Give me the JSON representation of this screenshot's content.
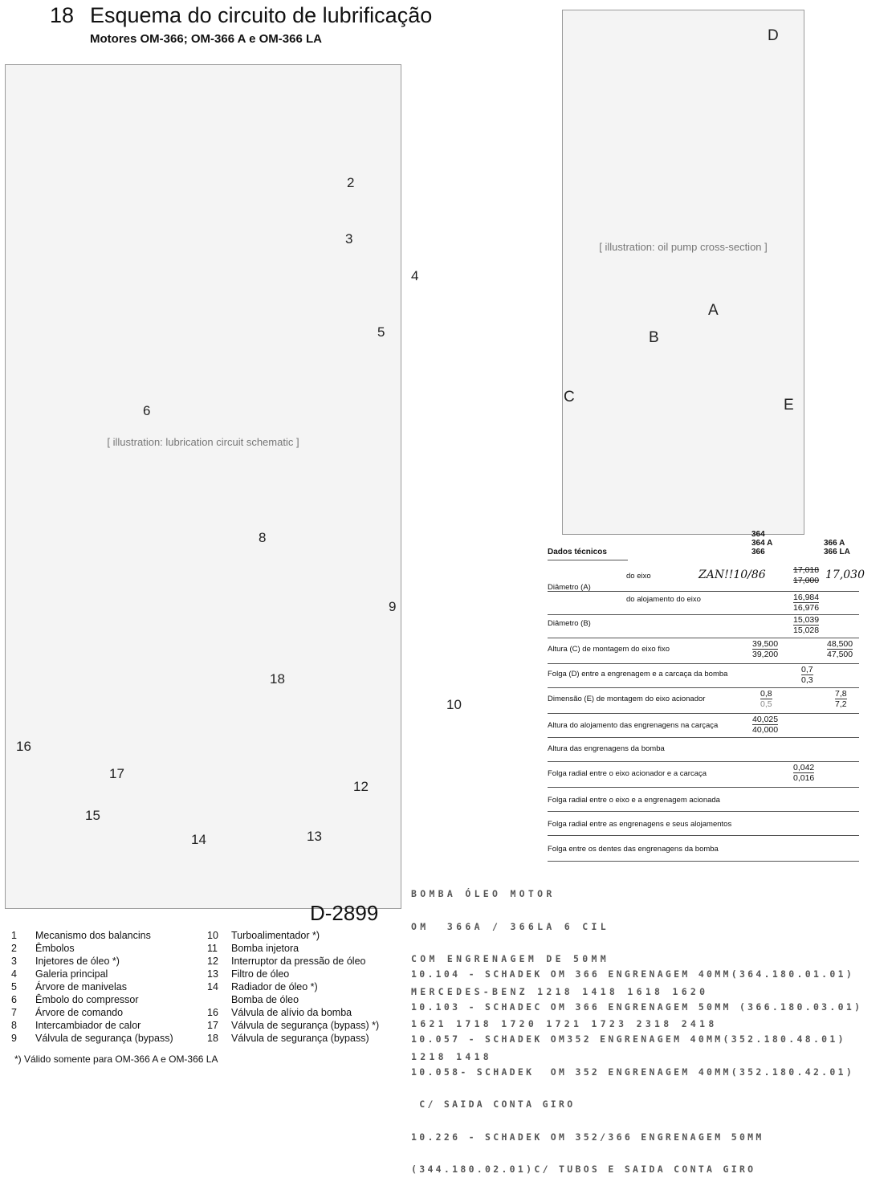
{
  "header": {
    "section_number": "18",
    "title": "Esquema do circuito de lubrificação",
    "subtitle": "Motores OM-366; OM-366 A e OM-366 LA"
  },
  "schematic": {
    "callouts": [
      "2",
      "3",
      "4",
      "5",
      "6",
      "8",
      "9",
      "10",
      "12",
      "13",
      "14",
      "15",
      "16",
      "17",
      "18"
    ]
  },
  "section_drawing": {
    "callouts": [
      "D",
      "A",
      "B",
      "C",
      "E"
    ]
  },
  "drawing_number": "D-2899",
  "table": {
    "title": "Dados técnicos",
    "col1_header": [
      "364",
      "364 A",
      "366"
    ],
    "col2_header": [
      "366 A",
      "366 LA"
    ],
    "rows": {
      "diam_a": {
        "label": "Diâmetro (A)",
        "sub1": "do eixo",
        "sub1_values": [
          "17,018",
          "17,000"
        ],
        "sub1_handwritten_date": "ZAN!!10/86",
        "sub1_handwritten_value": "17,030",
        "sub2": "do alojamento do eixo",
        "sub2_values": [
          "16,984",
          "16,976"
        ]
      },
      "diam_b": {
        "label": "Diâmetro (B)",
        "values": [
          "15,039",
          "15,028"
        ]
      },
      "altura_c": {
        "label": "Altura (C) de montagem do eixo fixo",
        "col1": [
          "39,500",
          "39,200"
        ],
        "col2": [
          "48,500",
          "47,500"
        ]
      },
      "folga_d": {
        "label": "Folga (D) entre a engrenagem e a carcaça da bomba",
        "values": [
          "0,7",
          "0,3"
        ]
      },
      "dim_e": {
        "label": "Dimensão (E) de montagem do eixo acionador",
        "col1": [
          "0,8",
          "0,5"
        ],
        "col2": [
          "7,8",
          "7,2"
        ]
      },
      "altura_aloj": {
        "label": "Altura do alojamento das engrenagens na carçaça",
        "values": [
          "40,025",
          "40,000"
        ]
      },
      "altura_eng": {
        "label": "Altura das engrenagens da bomba"
      },
      "folga_radial_1": {
        "label": "Folga radial entre o eixo acionador e a carcaça",
        "values": [
          "0,042",
          "0,016"
        ]
      },
      "folga_radial_2": {
        "label": "Folga radial entre o eixo e a engrenagem acionada"
      },
      "folga_radial_3": {
        "label": "Folga radial entre as engrenagens e seus alojamentos"
      },
      "folga_dentes": {
        "label": "Folga entre os dentes das engrenagens da bomba"
      }
    }
  },
  "legend": {
    "left": [
      {
        "n": "1",
        "text": "Mecanismo dos balancins"
      },
      {
        "n": "2",
        "text": "Êmbolos"
      },
      {
        "n": "3",
        "text": "Injetores de óleo *)"
      },
      {
        "n": "4",
        "text": "Galeria principal"
      },
      {
        "n": "5",
        "text": "Árvore de manivelas"
      },
      {
        "n": "6",
        "text": "Êmbolo do compressor"
      },
      {
        "n": "7",
        "text": "Árvore de comando"
      },
      {
        "n": "8",
        "text": "Intercambiador de calor"
      },
      {
        "n": "9",
        "text": "Válvula de segurança (bypass)"
      }
    ],
    "right": [
      {
        "n": "10",
        "text": "Turboalimentador *)"
      },
      {
        "n": "11",
        "text": "Bomba injetora"
      },
      {
        "n": "12",
        "text": "Interruptor da pressão de óleo"
      },
      {
        "n": "13",
        "text": "Filtro de óleo"
      },
      {
        "n": "14",
        "text": "Radiador de óleo *)"
      },
      {
        "n": "",
        "text": "Bomba de óleo"
      },
      {
        "n": "16",
        "text": "Válvula de alívio da bomba"
      },
      {
        "n": "17",
        "text": "Válvula de segurança (bypass) *)"
      },
      {
        "n": "18",
        "text": "Válvula de segurança (bypass)"
      }
    ],
    "footnote": "*) Válido somente para OM-366 A e OM-366 LA"
  },
  "notes": {
    "block1": [
      "BOMBA ÓLEO MOTOR",
      "OM  366A / 366LA 6 CIL",
      "COM ENGRENAGEM DE 50MM",
      "MERCEDES-BENZ 1218 1418 1618 1620",
      "1621 1718 1720 1721 1723 2318 2418",
      "1218 1418"
    ],
    "block2": [
      "10.104 - SCHADEK OM 366 ENGRENAGEM 40MM(364.180.01.01)",
      "10.103 - SCHADEC OM 366 ENGRENAGEM 50MM (366.180.03.01)",
      "10.057 - SCHADEK OM352 ENGRENAGEM 40MM(352.180.48.01)",
      "10.058- SCHADEK  OM 352 ENGRENAGEM 40MM(352.180.42.01)",
      " C/ SAIDA CONTA GIRO",
      "10.226 - SCHADEK OM 352/366 ENGRENAGEM 50MM",
      "(344.180.02.01)C/ TUBOS E SAIDA CONTA GIRO"
    ]
  }
}
